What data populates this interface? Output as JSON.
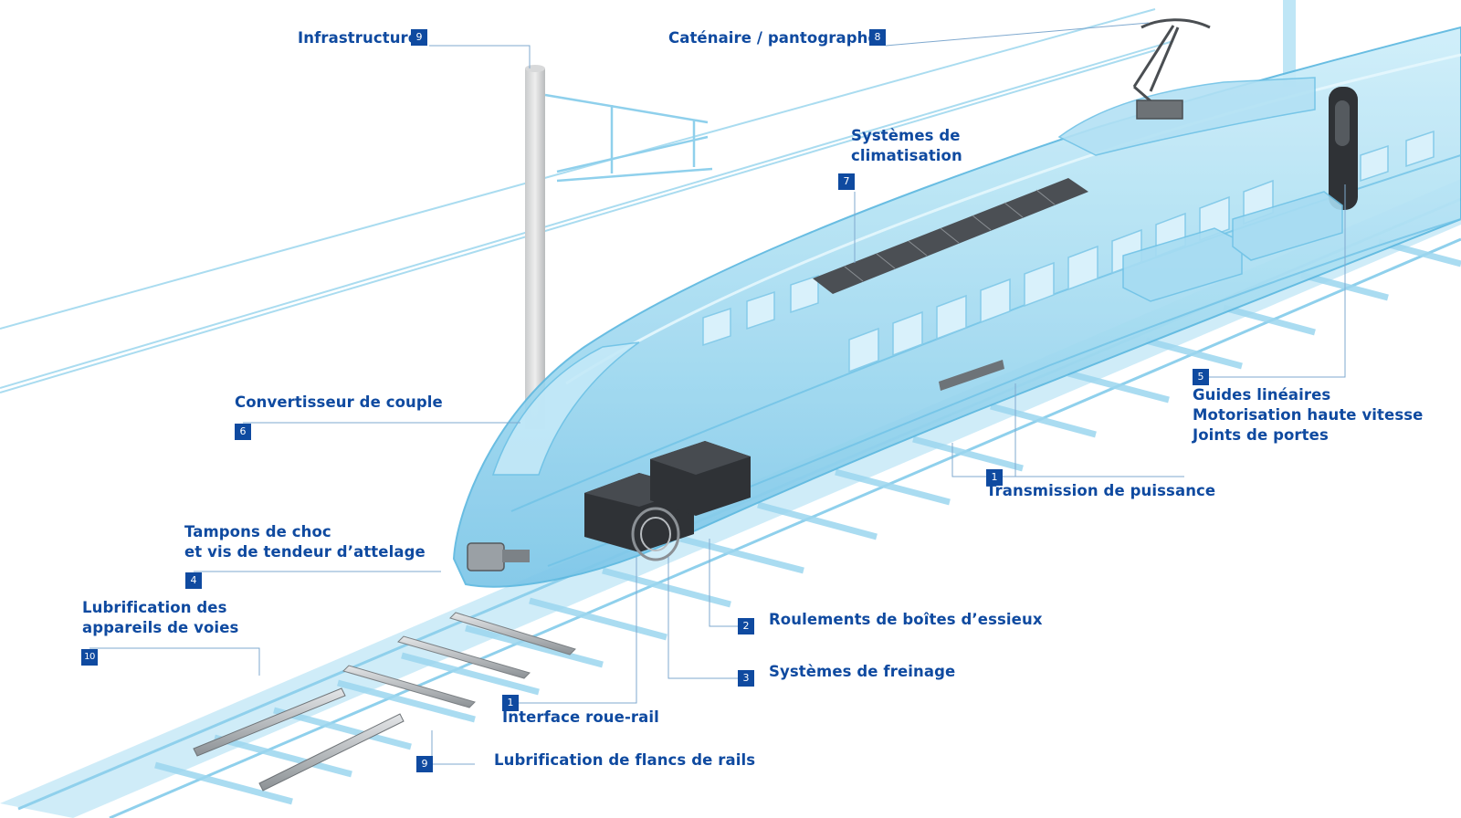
{
  "colors": {
    "label": "#0f4aa0",
    "badge": "#0f4aa0",
    "train_glass": "#9fd8ef",
    "train_edge": "#5db8e0",
    "component": "#2f3236"
  },
  "callouts": {
    "infrastructure": {
      "number": "9",
      "lines": [
        "Infrastructure"
      ]
    },
    "catenaire": {
      "number": "8",
      "lines": [
        "Caténaire / pantographe"
      ]
    },
    "climatisation": {
      "number": "7",
      "lines": [
        "Systèmes de",
        "climatisation"
      ]
    },
    "convertisseur": {
      "number": "6",
      "lines": [
        "Convertisseur de couple"
      ]
    },
    "guides": {
      "number": "5",
      "lines": [
        "Guides linéaires",
        "Motorisation haute vitesse",
        "Joints de portes"
      ]
    },
    "transmission": {
      "number": "1",
      "lines": [
        "Transmission de puissance"
      ]
    },
    "tampons": {
      "number": "4",
      "lines": [
        "Tampons de choc",
        "et vis de tendeur d’attelage"
      ]
    },
    "lubrification_voies": {
      "number": "10",
      "lines": [
        "Lubrification des",
        "appareils de voies"
      ]
    },
    "roulements": {
      "number": "2",
      "lines": [
        "Roulements de boîtes d’essieux"
      ]
    },
    "freinage": {
      "number": "3",
      "lines": [
        "Systèmes de freinage"
      ]
    },
    "interface": {
      "number": "1",
      "lines": [
        "Interface roue-rail"
      ]
    },
    "flancs": {
      "number": "9",
      "lines": [
        "Lubrification de flancs de rails"
      ]
    }
  }
}
